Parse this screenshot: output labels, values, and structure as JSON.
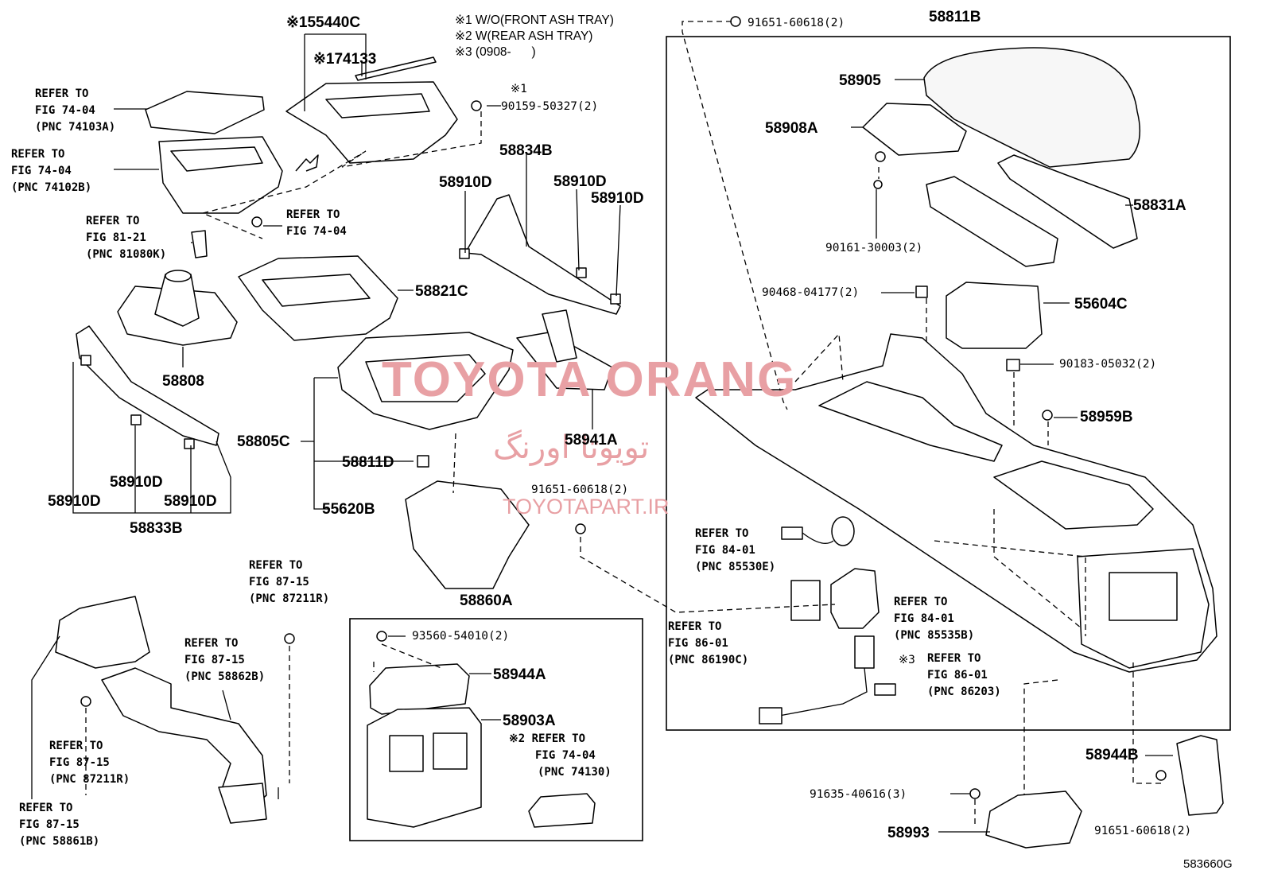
{
  "notes": [
    "※1 W/O(FRONT ASH TRAY)",
    "※2 W(REAR ASH TRAY)",
    "※3 (0908-      )"
  ],
  "parts": {
    "p55440C": "※155440C",
    "p74133": "※174133",
    "s1_label": "※1",
    "p90159": "90159-50327(2)",
    "p58834B": "58834B",
    "p58910D_a": "58910D",
    "p58910D_b": "58910D",
    "p58910D_c": "58910D",
    "p58821C": "58821C",
    "p58808": "58808",
    "p58910D_d": "58910D",
    "p58910D_e": "58910D",
    "p58910D_f": "58910D",
    "p58833B": "58833B",
    "p58805C": "58805C",
    "p58811D": "58811D",
    "p55620B": "55620B",
    "p58941A": "58941A",
    "p91651_mid": "91651-60618(2)",
    "p58860A": "58860A",
    "p93560": "93560-54010(2)",
    "p58944A": "58944A",
    "p58903A": "58903A",
    "p91651_top": "91651-60618(2)",
    "p58811B": "58811B",
    "p58905": "58905",
    "p58908A": "58908A",
    "p58831A": "58831A",
    "p90161": "90161-30003(2)",
    "p90468": "90468-04177(2)",
    "p55604C": "55604C",
    "p90183": "90183-05032(2)",
    "p58959B": "58959B",
    "p58944B": "58944B",
    "p91635": "91635-40616(3)",
    "p58993": "58993",
    "p91651_bot": "91651-60618(2)",
    "s3_label": "※3",
    "fig_code": "583660G"
  },
  "refs": {
    "r74103A": [
      "REFER TO",
      "FIG 74-04",
      "(PNC 74103A)"
    ],
    "r74102B": [
      "REFER TO",
      "FIG 74-04",
      "(PNC 74102B)"
    ],
    "r81080K": [
      "REFER TO",
      "FIG 81-21",
      "(PNC 81080K)"
    ],
    "r7404": [
      "REFER TO",
      "FIG 74-04"
    ],
    "r87211R_top": [
      "REFER TO",
      "FIG 87-15",
      "(PNC 87211R)"
    ],
    "r58862B": [
      "REFER TO",
      "FIG 87-15",
      "(PNC 58862B)"
    ],
    "r87211R_bot": [
      "REFER TO",
      "FIG 87-15",
      "(PNC 87211R)"
    ],
    "r58861B": [
      "REFER TO",
      "FIG 87-15",
      "(PNC 58861B)"
    ],
    "r74130": [
      "※2 REFER TO",
      "FIG 74-04",
      "(PNC 74130)"
    ],
    "r85530E": [
      "REFER TO",
      "FIG 84-01",
      "(PNC 85530E)"
    ],
    "r85535B": [
      "REFER TO",
      "FIG 84-01",
      "(PNC 85535B)"
    ],
    "r86190C": [
      "REFER TO",
      "FIG 86-01",
      "(PNC 86190C)"
    ],
    "r86203": [
      "REFER TO",
      "FIG 86-01",
      "(PNC 86203)"
    ]
  },
  "watermark": {
    "brand": "TOYOTA ORANG",
    "persian": "تویوتا اورنگ",
    "site": "TOYOTAPART.IR"
  }
}
